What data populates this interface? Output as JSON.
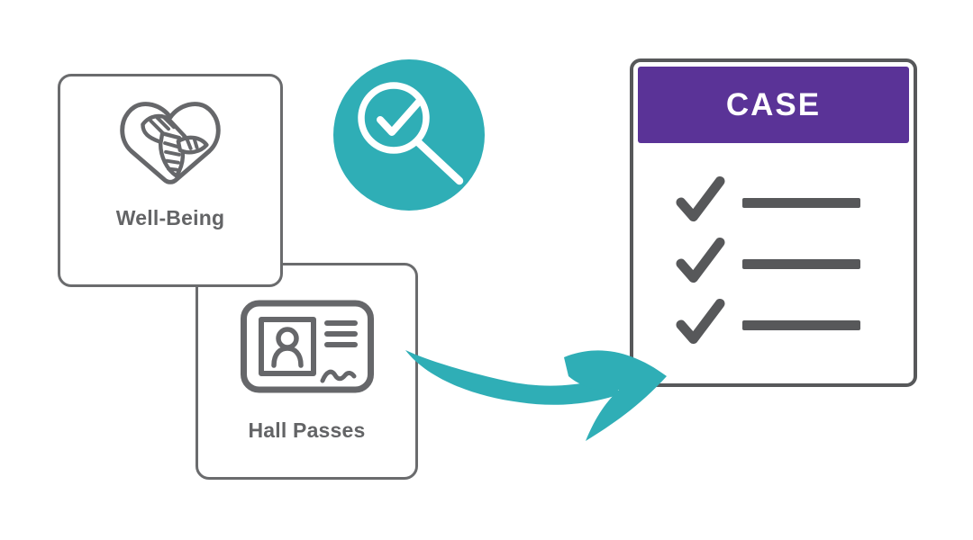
{
  "illustration": {
    "colors": {
      "background": "#FFFFFF",
      "teal": "#2FAEB6",
      "purple": "#5A3397",
      "card_border": "#6A6B6D",
      "case_border": "#57585A",
      "icon_gray": "#66676A",
      "text_gray": "#636466",
      "check_gray": "#57585A"
    },
    "cards": {
      "well_being": {
        "label": "Well-Being",
        "icon": "hands-holding-heart-icon"
      },
      "hall_passes": {
        "label": "Hall Passes",
        "icon": "id-card-icon"
      }
    },
    "badge": {
      "icon": "magnifier-check-icon",
      "shape": "circle"
    },
    "arrow": {
      "icon": "swoosh-arrow-icon",
      "direction": "right"
    },
    "case_card": {
      "title": "CASE",
      "checklist_items": 3,
      "row_icon": "checkmark-icon"
    }
  }
}
